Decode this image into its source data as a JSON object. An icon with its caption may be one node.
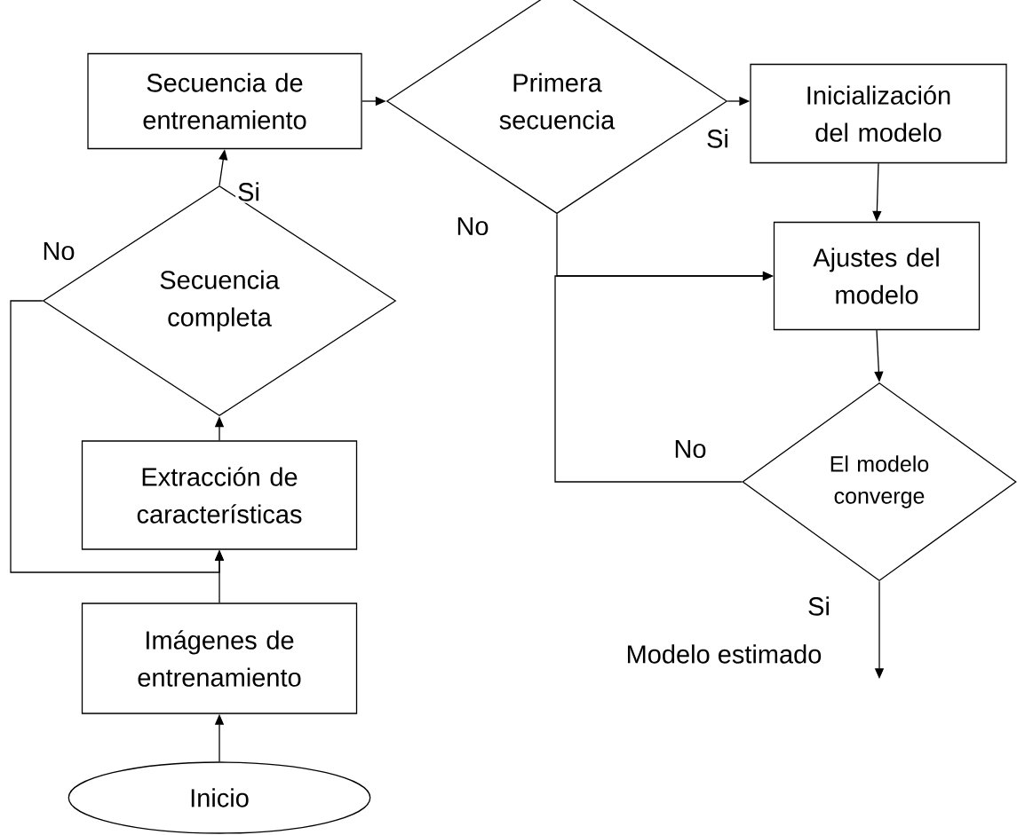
{
  "diagram": {
    "nodes": [
      {
        "text": [
          "Inicio"
        ]
      },
      {
        "text": [
          "Imágenes de entrenamiento"
        ]
      },
      {
        "text": [
          "Extracción de características"
        ]
      },
      {
        "text": [
          "Secuencia completa"
        ]
      },
      {
        "text": [
          "Secuencia de entrenamiento"
        ]
      },
      {
        "text": [
          "Primera secuencia"
        ]
      },
      {
        "text": [
          "Inicialización del modelo"
        ]
      },
      {
        "text": [
          "Ajustes del modelo"
        ]
      },
      {
        "text": [
          "El modelo converge"
        ]
      }
    ],
    "edges": [
      {
        "from": 0,
        "to": 1,
        "arrow": "to"
      },
      {
        "from": 1,
        "to": 2,
        "arrow": "to"
      },
      {
        "from": 2,
        "to": 3,
        "arrow": "to"
      },
      {
        "from": 3,
        "to": 4,
        "arrow": "to",
        "label": "Si"
      },
      {
        "from": 3,
        "to": 2,
        "arrow": "to",
        "label": "No"
      },
      {
        "from": 4,
        "to": 5,
        "arrow": "to"
      },
      {
        "from": 5,
        "to": 6,
        "arrow": "to",
        "label": "Si"
      },
      {
        "from": 5,
        "to": 7,
        "arrow": "to",
        "label": "No"
      },
      {
        "from": 6,
        "to": 7,
        "arrow": "to"
      },
      {
        "from": 7,
        "to": 8,
        "arrow": "to"
      },
      {
        "from": 8,
        "to": 7,
        "arrow": "to",
        "label": "No"
      },
      {
        "from": 8,
        "to": null,
        "arrow": "to",
        "label": "Si"
      }
    ],
    "labels": [
      "Modelo estimado"
    ]
  }
}
